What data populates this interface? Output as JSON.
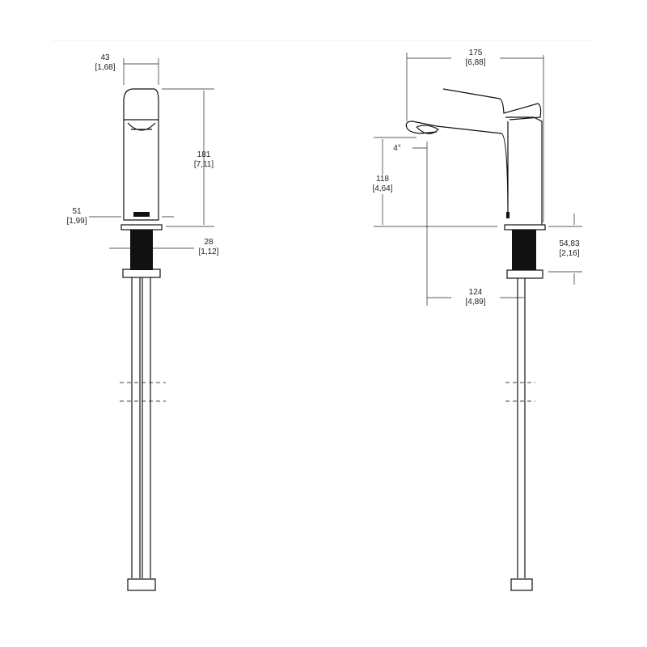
{
  "front_view": {
    "dims": [
      {
        "value": "43",
        "inch": "[1,68]"
      },
      {
        "value": "181",
        "inch": "[7,11]"
      },
      {
        "value": "51",
        "inch": "[1,99]"
      },
      {
        "value": "28",
        "inch": "[1,12]"
      }
    ]
  },
  "side_view": {
    "dims": [
      {
        "value": "175",
        "inch": "[6,88]"
      },
      {
        "value": "118",
        "inch": "[4,64]"
      },
      {
        "value": "54,83",
        "inch": "[2,16]"
      },
      {
        "value": "124",
        "inch": "[4,89]"
      }
    ],
    "angle": "4°"
  }
}
